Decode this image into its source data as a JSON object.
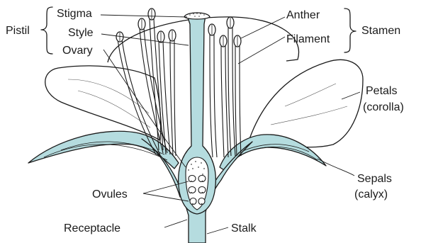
{
  "colors": {
    "teal": "#b5dcdf",
    "line": "#1a1a1a",
    "background": "#ffffff"
  },
  "labels": {
    "stigma": "Stigma",
    "style": "Style",
    "ovary": "Ovary",
    "pistil": "Pistil",
    "anther": "Anther",
    "filament": "Filament",
    "stamen": "Stamen",
    "petals": "Petals",
    "corolla": "(corolla)",
    "sepals": "Sepals",
    "calyx": "(calyx)",
    "ovules": "Ovules",
    "receptacle": "Receptacle",
    "stalk": "Stalk"
  }
}
